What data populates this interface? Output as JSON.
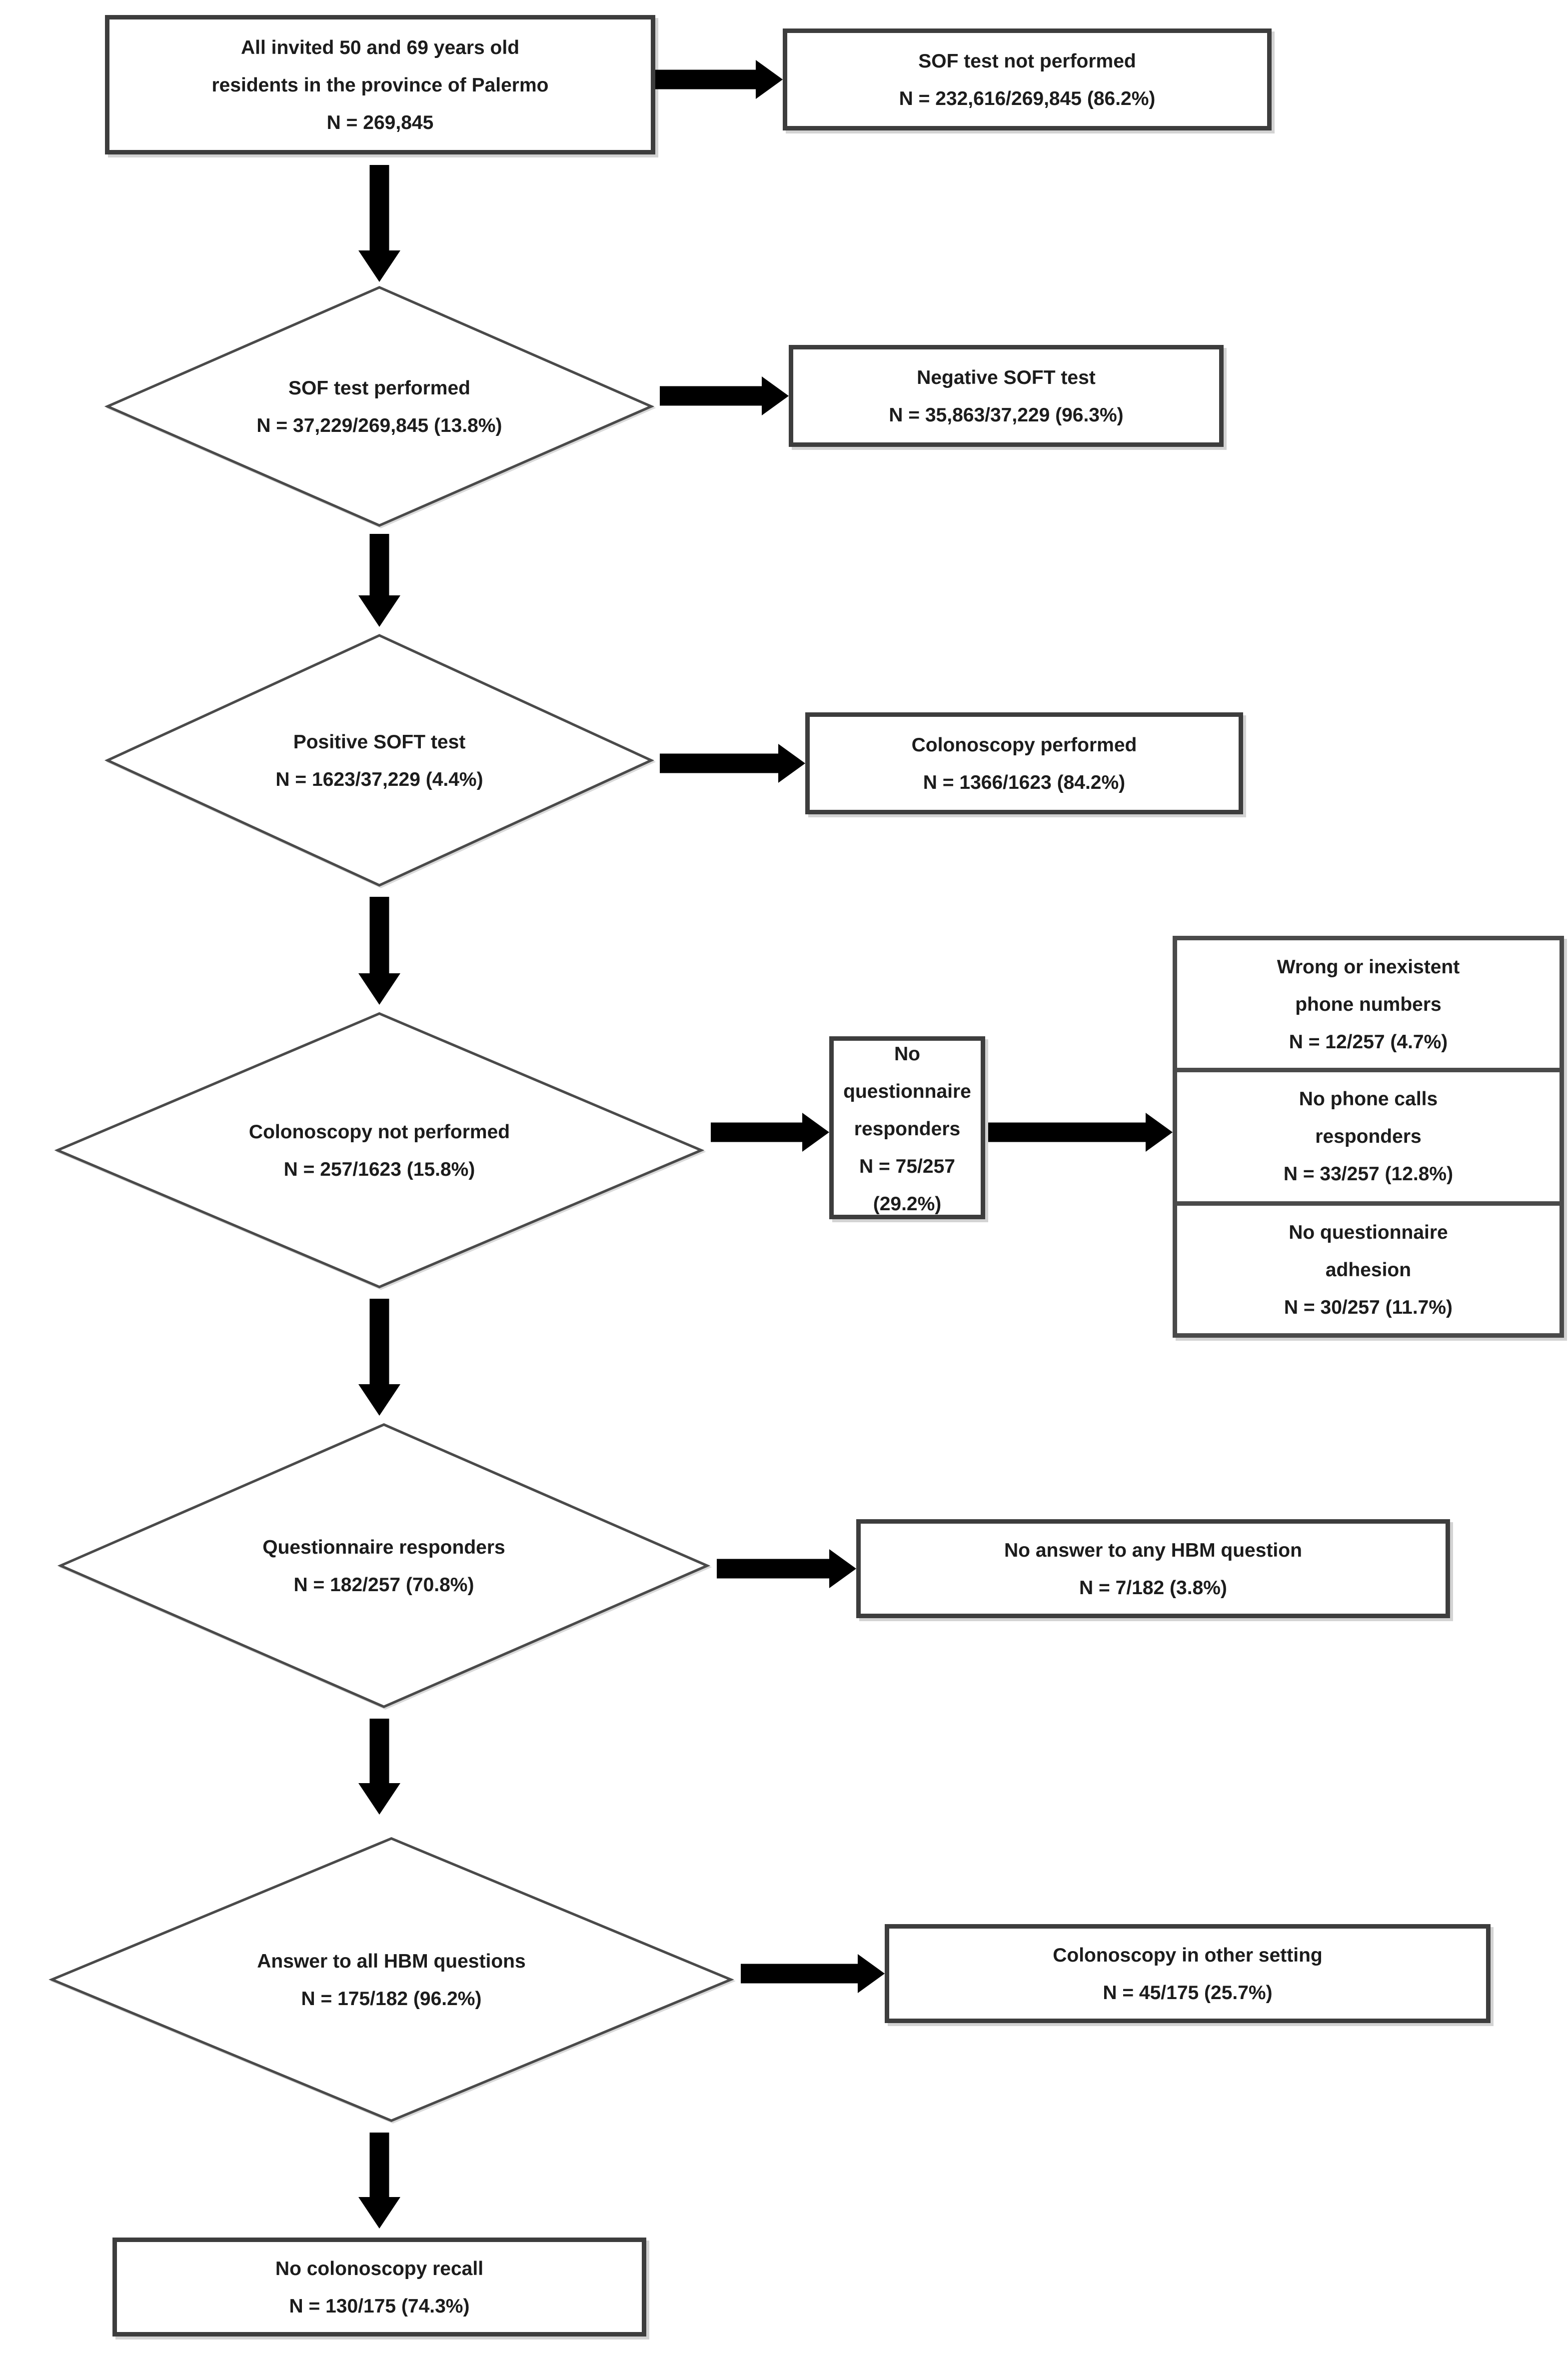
{
  "diagram": {
    "type": "flowchart",
    "nodes": {
      "invited": {
        "text": "All invited 50 and 69 years old residents in the province of Palermo",
        "stat": "N = 269,845"
      },
      "sof_not_performed": {
        "text": "SOF test not performed",
        "stat": "N = 232,616/269,845 (86.2%)"
      },
      "sof_performed": {
        "text": "SOF test performed",
        "stat": "N = 37,229/269,845 (13.8%)"
      },
      "negative_soft": {
        "text": "Negative SOFT test",
        "stat": "N = 35,863/37,229 (96.3%)"
      },
      "positive_soft": {
        "text": "Positive SOFT test",
        "stat": "N = 1623/37,229 (4.4%)"
      },
      "colonoscopy_performed": {
        "text": "Colonoscopy performed",
        "stat": "N = 1366/1623 (84.2%)"
      },
      "colonoscopy_not_performed": {
        "text": "Colonoscopy not performed",
        "stat": "N = 257/1623 (15.8%)"
      },
      "no_questionnaire_responders": {
        "text": "No questionnaire responders",
        "stat": "N = 75/257 (29.2%)"
      },
      "wrong_phone_numbers": {
        "text": "Wrong or inexistent phone numbers",
        "stat": "N = 12/257 (4.7%)"
      },
      "no_phone_calls_responders": {
        "text": "No phone calls responders",
        "stat": "N = 33/257 (12.8%)"
      },
      "no_questionnaire_adhesion": {
        "text": "No questionnaire adhesion",
        "stat": "N = 30/257 (11.7%)"
      },
      "questionnaire_responders": {
        "text": "Questionnaire responders",
        "stat": "N = 182/257 (70.8%)"
      },
      "no_answer_any_hbm": {
        "text": "No answer to any HBM question",
        "stat": "N = 7/182 (3.8%)"
      },
      "answer_all_hbm": {
        "text": "Answer to all HBM questions",
        "stat": "N = 175/182 (96.2%)"
      },
      "colonoscopy_other_setting": {
        "text": "Colonoscopy in other setting",
        "stat": "N = 45/175 (25.7%)"
      },
      "no_colonoscopy_recall": {
        "text": "No colonoscopy recall",
        "stat": "N = 130/175 (74.3%)"
      }
    },
    "colors": {
      "background": "#ffffff",
      "box_border": "#3d3d3d",
      "arrow": "#000000",
      "text": "#1c1c1c"
    }
  }
}
